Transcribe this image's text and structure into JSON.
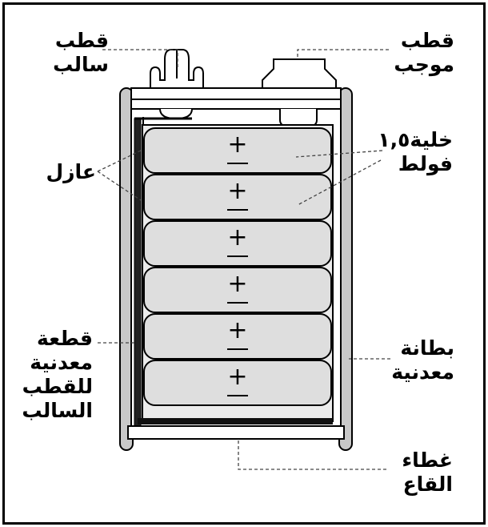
{
  "labels": {
    "negative_terminal": [
      "قطب",
      "سالب"
    ],
    "positive_terminal": [
      "قطب",
      "موجب"
    ],
    "insulator": [
      "عازل"
    ],
    "cell": [
      "خلية١,٥",
      "فولط"
    ],
    "negative_plate": [
      "قطعة",
      "معدنية",
      "للقطب",
      "السالب"
    ],
    "metal_liner": [
      "بطانة",
      "معدنية"
    ],
    "bottom_cover": [
      "غطاء",
      "القاع"
    ]
  },
  "cell_signs": [
    "+",
    "+",
    "+",
    "+",
    "+",
    "+"
  ],
  "colors": {
    "cell_fill": "#dedede",
    "case_fill": "#c8c8c8",
    "line": "#000000"
  }
}
